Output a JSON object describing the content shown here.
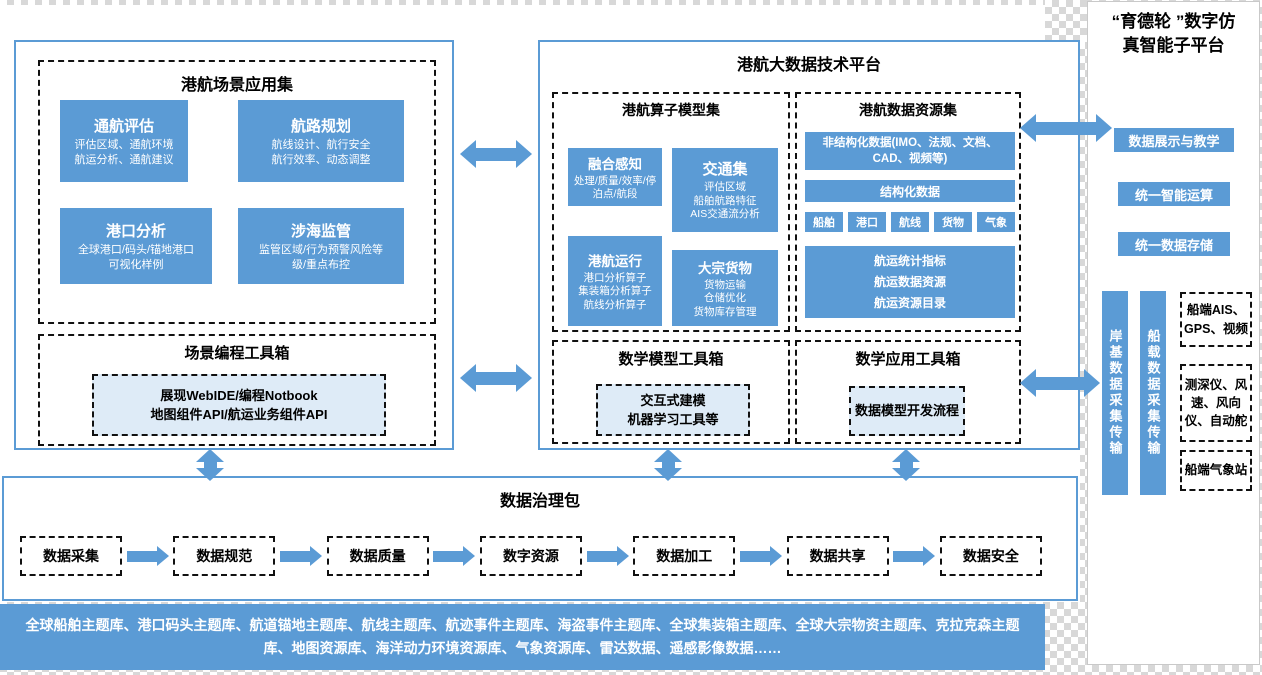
{
  "colors": {
    "primary_blue": "#5b9bd5",
    "light_blue": "#deebf7",
    "dashed_border": "#111111"
  },
  "left_panel": {
    "app_set": {
      "title": "港航场景应用集",
      "cards": [
        {
          "title": "通航评估",
          "lines": [
            "评估区域、通航环境",
            "航运分析、通航建议"
          ]
        },
        {
          "title": "航路规划",
          "lines": [
            "航线设计、航行安全",
            "航行效率、动态调整"
          ]
        },
        {
          "title": "港口分析",
          "lines": [
            "全球港口/码头/锚地港口",
            "可视化样例"
          ]
        },
        {
          "title": "涉海监管",
          "lines": [
            "监管区域/行为预警风险等",
            "级/重点布控"
          ]
        }
      ]
    },
    "toolbox": {
      "title": "场景编程工具箱",
      "lines": [
        "展现WebIDE/编程Notbook",
        "地图组件API/航运业务组件API"
      ]
    }
  },
  "middle_panel": {
    "title": "港航大数据技术平台",
    "operator_set": {
      "title": "港航算子模型集",
      "cards": [
        {
          "title": "融合感知",
          "lines": [
            "处理/质量/效率/停泊点/航段"
          ]
        },
        {
          "title": "交通集",
          "lines": [
            "评估区域",
            "船舶航路特征",
            "AIS交通流分析"
          ]
        },
        {
          "title": "港航运行",
          "lines": [
            "港口分析算子",
            "集装箱分析算子",
            "航线分析算子"
          ]
        },
        {
          "title": "大宗货物",
          "lines": [
            "货物运输",
            "仓储优化",
            "货物库存管理"
          ]
        }
      ]
    },
    "resource_set": {
      "title": "港航数据资源集",
      "unstructured": "非结构化数据(IMO、法规、文档、CAD、视频等)",
      "structured": "结构化数据",
      "tags": [
        "船舶",
        "港口",
        "航线",
        "货物",
        "气象"
      ],
      "stats": [
        "航运统计指标",
        "航运数据资源",
        "航运资源目录"
      ]
    },
    "model_toolbox": {
      "title": "数学模型工具箱",
      "lines": [
        "交互式建模",
        "机器学习工具等"
      ]
    },
    "app_toolbox": {
      "title": "数学应用工具箱",
      "lines": [
        "数据模型开发流程"
      ]
    }
  },
  "right_panel": {
    "title_lines": [
      "“育德轮 ”数字仿",
      "真智能子平台"
    ],
    "compute_boxes": [
      "数据展示与教学",
      "统一智能运算",
      "统一数据存储"
    ],
    "transfer_bars": [
      "岸基数据采集传输",
      "船载数据采集传输"
    ],
    "device_boxes": [
      "船端AIS、GPS、视频",
      "测深仪、风速、风向仪、自动舵",
      "船端气象站"
    ]
  },
  "governance": {
    "title": "数据治理包",
    "steps": [
      "数据采集",
      "数据规范",
      "数据质量",
      "数字资源",
      "数据加工",
      "数据共享",
      "数据安全"
    ]
  },
  "bottom_bar": {
    "text": "全球船舶主题库、港口码头主题库、航道锚地主题库、航线主题库、航迹事件主题库、海盗事件主题库、全球集装箱主题库、全球大宗物资主题库、克拉克森主题库、地图资源库、海洋动力环境资源库、气象资源库、雷达数据、遥感影像数据……"
  }
}
